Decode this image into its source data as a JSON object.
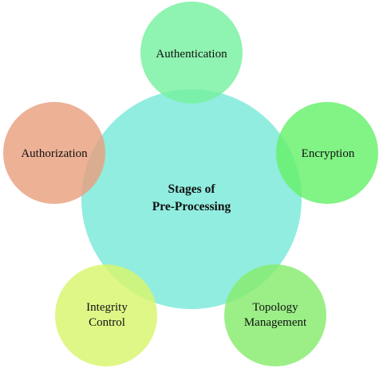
{
  "center": {
    "lines": [
      "Stages of",
      "Pre-Processing"
    ],
    "color": "#7EEAD9"
  },
  "nodes": [
    {
      "id": "authentication",
      "lines": [
        "Authentication"
      ],
      "color": "#76F0A0"
    },
    {
      "id": "encryption",
      "lines": [
        "Encryption"
      ],
      "color": "#66F06A"
    },
    {
      "id": "topology-management",
      "lines": [
        "Topology",
        "Management"
      ],
      "color": "#86EC6C"
    },
    {
      "id": "integrity-control",
      "lines": [
        "Integrity",
        "Control"
      ],
      "color": "#D8F56C"
    },
    {
      "id": "authorization",
      "lines": [
        "Authorization"
      ],
      "color": "#E9A07F"
    }
  ]
}
